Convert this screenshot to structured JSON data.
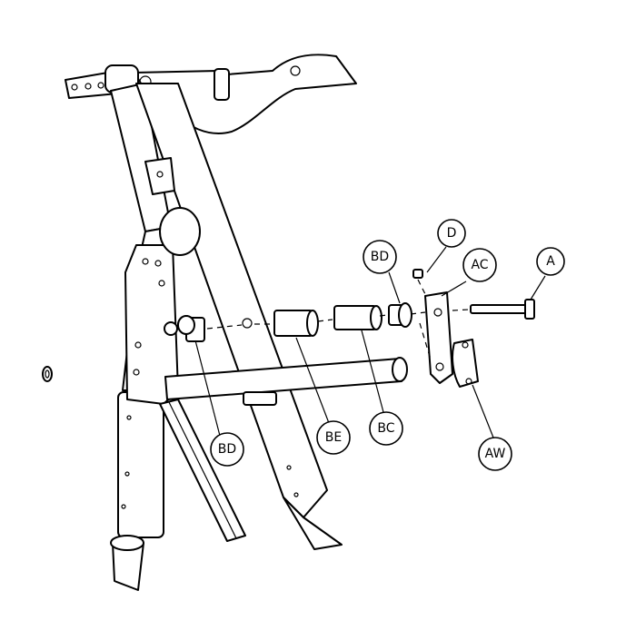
{
  "callouts": {
    "a": "A",
    "ac": "AC",
    "aw": "AW",
    "bc": "BC",
    "bd_upper": "BD",
    "bd_lower": "BD",
    "be": "BE",
    "d": "D"
  },
  "colors": {
    "line": "#000000",
    "fill": "#ffffff"
  }
}
